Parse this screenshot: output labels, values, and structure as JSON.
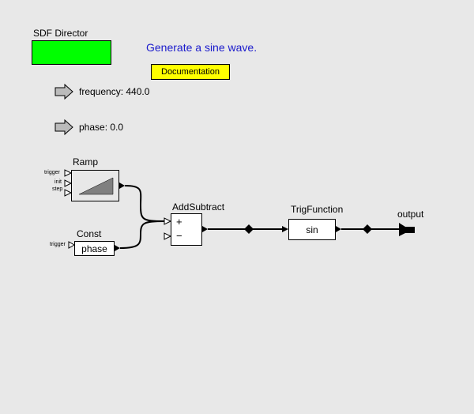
{
  "director": {
    "label": "SDF Director",
    "color": "#00ff00"
  },
  "title": "Generate a sine wave.",
  "documentation_button": "Documentation",
  "parameters": [
    {
      "text": "frequency: 440.0"
    },
    {
      "text": "phase: 0.0"
    }
  ],
  "actors": {
    "ramp": {
      "name": "Ramp",
      "ports": [
        "trigger",
        "init",
        "step"
      ]
    },
    "const": {
      "name": "Const",
      "port": "trigger",
      "value": "phase"
    },
    "addsubtract": {
      "name": "AddSubtract",
      "plus": "+",
      "minus": "−"
    },
    "trig": {
      "name": "TrigFunction",
      "value": "sin"
    },
    "output": {
      "name": "output"
    }
  },
  "colors": {
    "background": "#e8e8e8",
    "title": "#1a1acc",
    "doc_button": "#ffff00"
  }
}
